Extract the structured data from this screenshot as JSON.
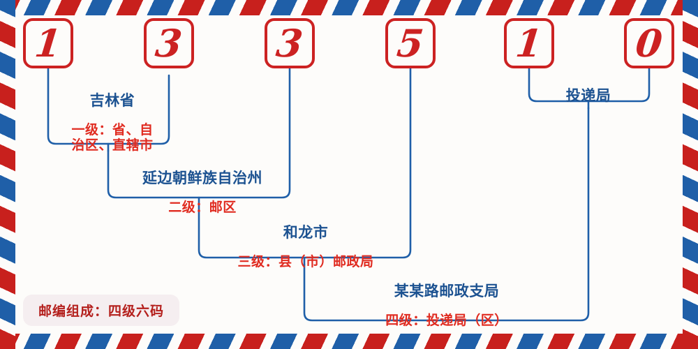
{
  "theme": {
    "background": "#fdfcfa",
    "stripe_red": "#c8201d",
    "stripe_blue": "#1f5fa8",
    "digit_red": "#cc2222",
    "wire_blue": "#1f5fa8",
    "title_blue": "#1c5291",
    "sub_red": "#e02b20",
    "badge_bg": "#f5eef0",
    "badge_text": "#b41f1c"
  },
  "postcode": {
    "digits": [
      "1",
      "3",
      "3",
      "5",
      "1",
      "0"
    ]
  },
  "levels": [
    {
      "title": "吉林省",
      "sub": "一级：省、自\n治区、直辖市"
    },
    {
      "title": "延边朝鲜族自治州",
      "sub": "二级：邮区"
    },
    {
      "title": "和龙市",
      "sub": "三级：县（市）邮政局"
    },
    {
      "title": "某某路邮政支局",
      "sub": "四级：投递局（区）"
    }
  ],
  "delivery_office": {
    "title": "投递局"
  },
  "legend": {
    "text": "邮编组成：四级六码"
  }
}
